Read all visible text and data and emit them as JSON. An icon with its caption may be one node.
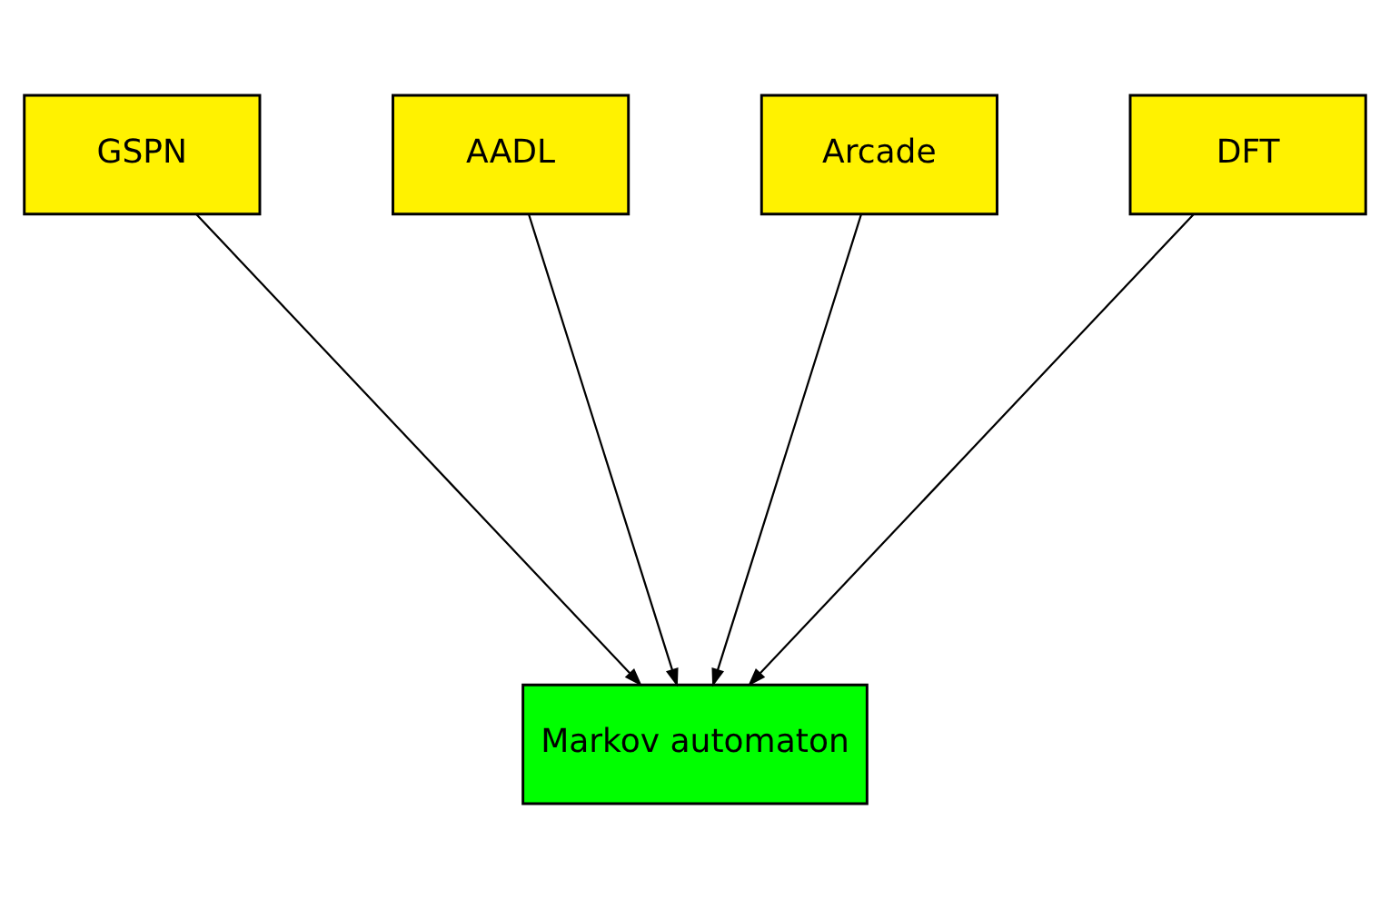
{
  "diagram": {
    "nodes": [
      {
        "text": [
          "GSPN"
        ]
      },
      {
        "text": [
          "AADL"
        ]
      },
      {
        "text": [
          "Arcade"
        ]
      },
      {
        "text": [
          "DFT"
        ]
      },
      {
        "text": [
          "Markov automaton"
        ]
      }
    ],
    "edges": [
      {
        "from": 0,
        "to": 4,
        "arrow": "to"
      },
      {
        "from": 1,
        "to": 4,
        "arrow": "to"
      },
      {
        "from": 2,
        "to": 4,
        "arrow": "to"
      },
      {
        "from": 3,
        "to": 4,
        "arrow": "to"
      }
    ]
  }
}
